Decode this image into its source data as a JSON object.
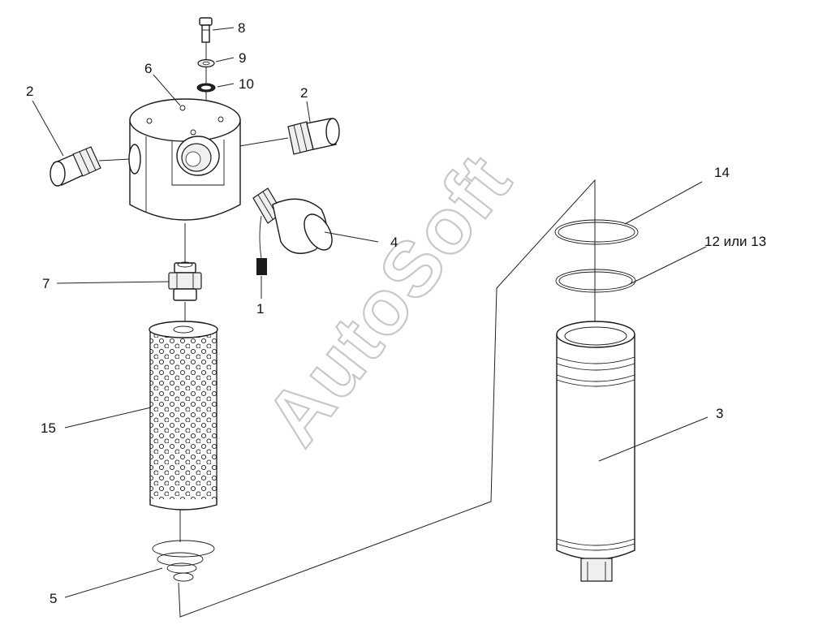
{
  "watermark": "AutoSoft",
  "labels": {
    "l1": "1",
    "l2a": "2",
    "l2b": "2",
    "l3": "3",
    "l4": "4",
    "l5": "5",
    "l6": "6",
    "l7": "7",
    "l8": "8",
    "l9": "9",
    "l10": "10",
    "l12_13": "12 или 13",
    "l14": "14",
    "l15": "15"
  }
}
